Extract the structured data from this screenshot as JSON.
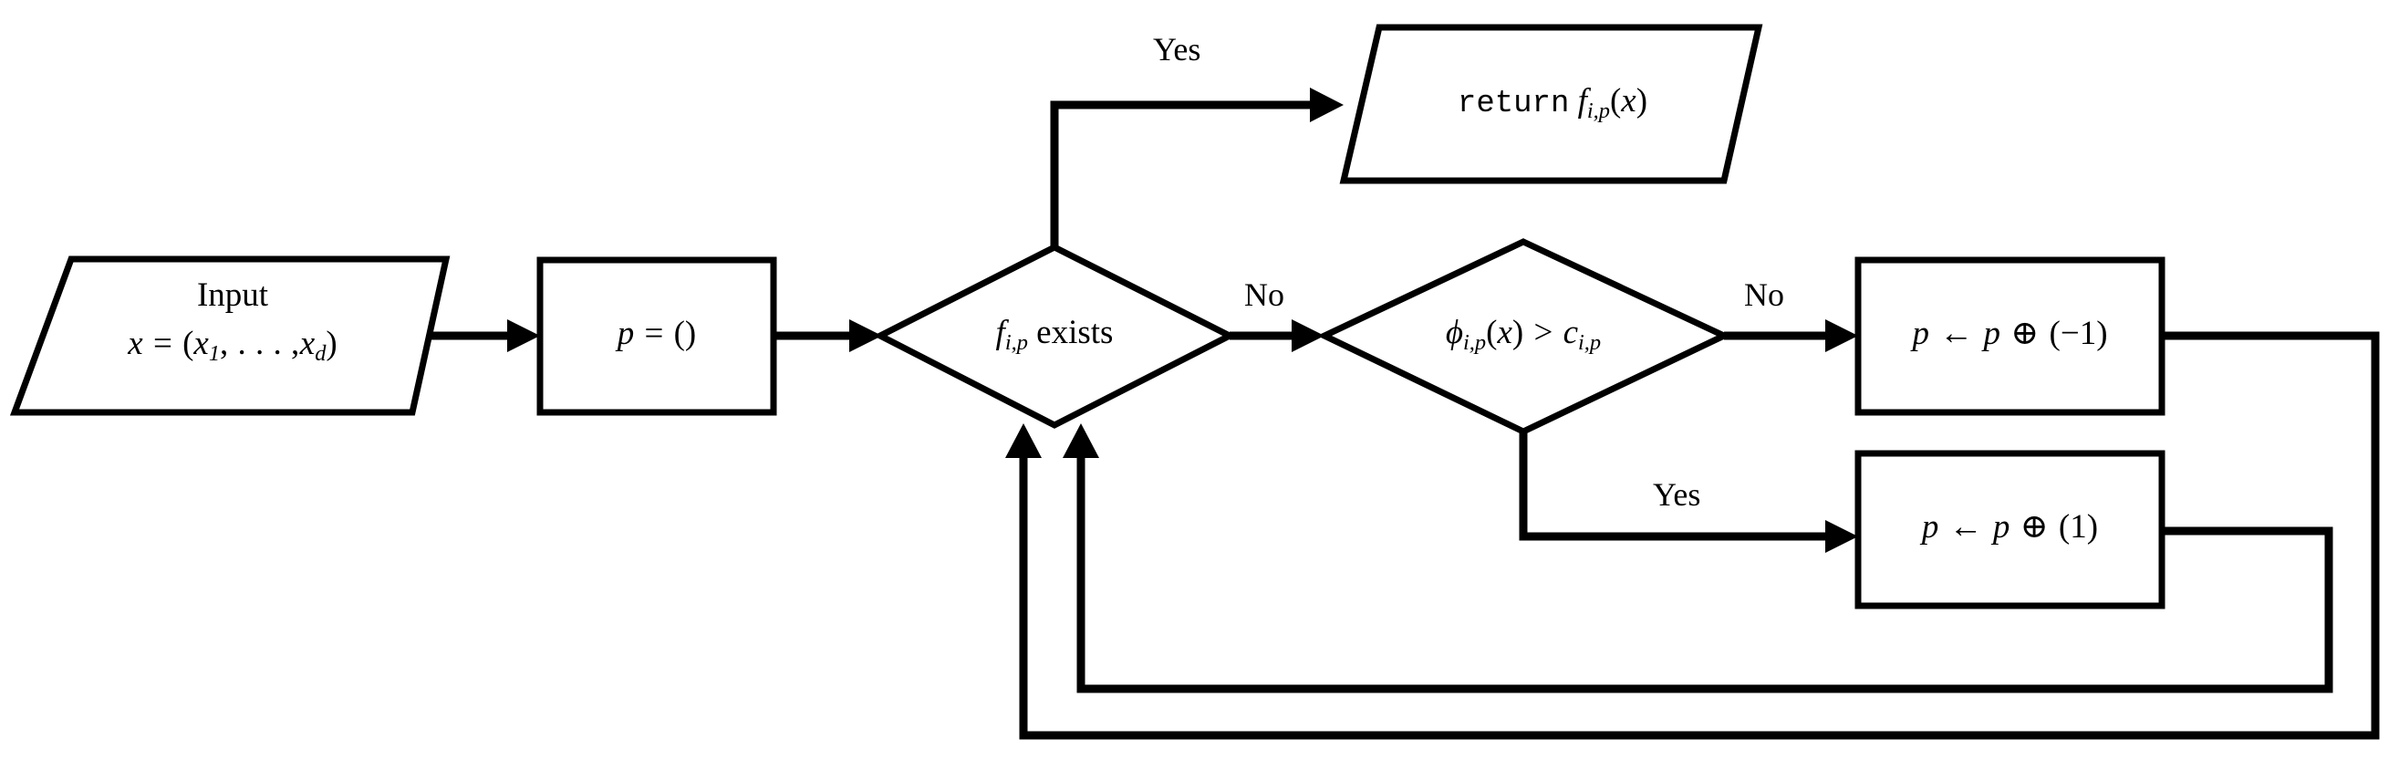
{
  "diagram": {
    "title": "Decision-tree evaluation flowchart",
    "background_color": "#ffffff",
    "line_color": "#000000",
    "nodes": {
      "input": {
        "shape": "parallelogram",
        "line1": "Input",
        "line2_var": "x",
        "line2_eq": "=",
        "line2_open": "(",
        "line2_x1": "x",
        "line2_x1_sub": "1",
        "line2_dots": ", . . . ,",
        "line2_xd": "x",
        "line2_xd_sub": "d",
        "line2_close": ")",
        "plain_text": "Input  x = (x_1, ..., x_d)"
      },
      "init": {
        "shape": "rectangle",
        "var": "p",
        "eq": "=",
        "value": "()",
        "plain_text": "p = ()"
      },
      "exists": {
        "shape": "diamond",
        "fn": "f",
        "fn_sub": "i,p",
        "word": "exists",
        "plain_text": "f_{i,p} exists"
      },
      "threshold": {
        "shape": "diamond",
        "phi": "ϕ",
        "phi_sub": "i,p",
        "arg_open": "(",
        "arg": "x",
        "arg_close": ")",
        "rel": ">",
        "c": "c",
        "c_sub": "i,p",
        "plain_text": "ϕ_{i,p}(x) > c_{i,p}"
      },
      "return": {
        "shape": "parallelogram",
        "keyword": "return",
        "fn": "f",
        "fn_sub": "i,p",
        "arg_open": "(",
        "arg": "x",
        "arg_close": ")",
        "plain_text": "return f_{i,p}(x)"
      },
      "left_child": {
        "shape": "rectangle",
        "lhs": "p",
        "assign": "←",
        "rhs": "p",
        "oplus": "⊕",
        "operand": "(−1)",
        "plain_text": "p ← p ⊕ (−1)"
      },
      "right_child": {
        "shape": "rectangle",
        "lhs": "p",
        "assign": "←",
        "rhs": "p",
        "oplus": "⊕",
        "operand": "(1)",
        "plain_text": "p ← p ⊕ (1)"
      }
    },
    "edge_labels": {
      "exists_yes": "Yes",
      "exists_no": "No",
      "threshold_no": "No",
      "threshold_yes": "Yes"
    },
    "edges": [
      {
        "from": "input",
        "to": "init",
        "label": ""
      },
      {
        "from": "init",
        "to": "exists",
        "label": ""
      },
      {
        "from": "exists",
        "to": "return",
        "label": "Yes"
      },
      {
        "from": "exists",
        "to": "threshold",
        "label": "No"
      },
      {
        "from": "threshold",
        "to": "left_child",
        "label": "No"
      },
      {
        "from": "threshold",
        "to": "right_child",
        "label": "Yes"
      },
      {
        "from": "left_child",
        "to": "exists",
        "label": ""
      },
      {
        "from": "right_child",
        "to": "exists",
        "label": ""
      }
    ]
  }
}
